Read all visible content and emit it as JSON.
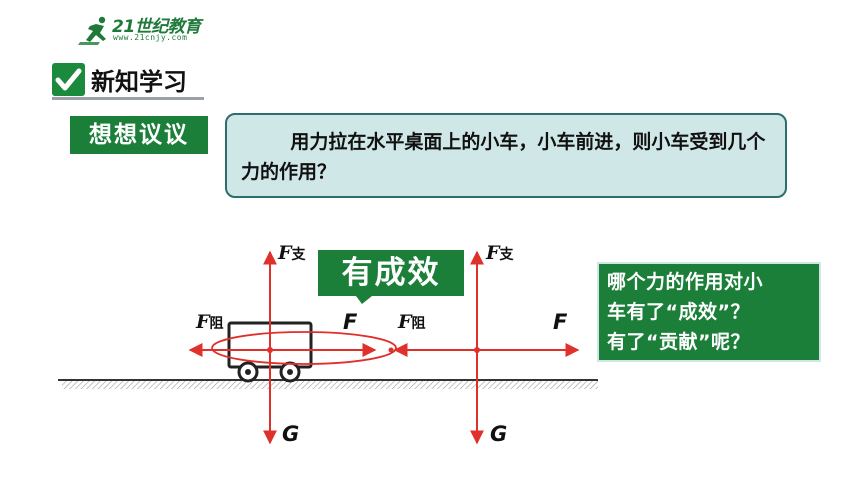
{
  "logo": {
    "text": "21世纪教育",
    "subtext": "www.21cnjy.com"
  },
  "section": {
    "title": "新知学习"
  },
  "discuss": {
    "label": "想想议议"
  },
  "question": {
    "text": "用力拉在水平桌面上的小车，小车前进，则小车受到几个力的作用？"
  },
  "callout": {
    "text": "有成效"
  },
  "ask": {
    "lines": [
      "哪个力的作用对小",
      "车有了“成效”？",
      "有了“贡献”呢？"
    ]
  },
  "diagram": {
    "left": {
      "support": "F",
      "support_sub": "支",
      "resist": "F",
      "resist_sub": "阻",
      "pull": "F",
      "gravity": "G"
    },
    "right": {
      "support": "F",
      "support_sub": "支",
      "resist": "F",
      "resist_sub": "阻",
      "pull": "F",
      "gravity": "G"
    }
  },
  "colors": {
    "green": "#1b7f3a",
    "teal_box": "#cfe7e6",
    "red": "#e0302c"
  }
}
